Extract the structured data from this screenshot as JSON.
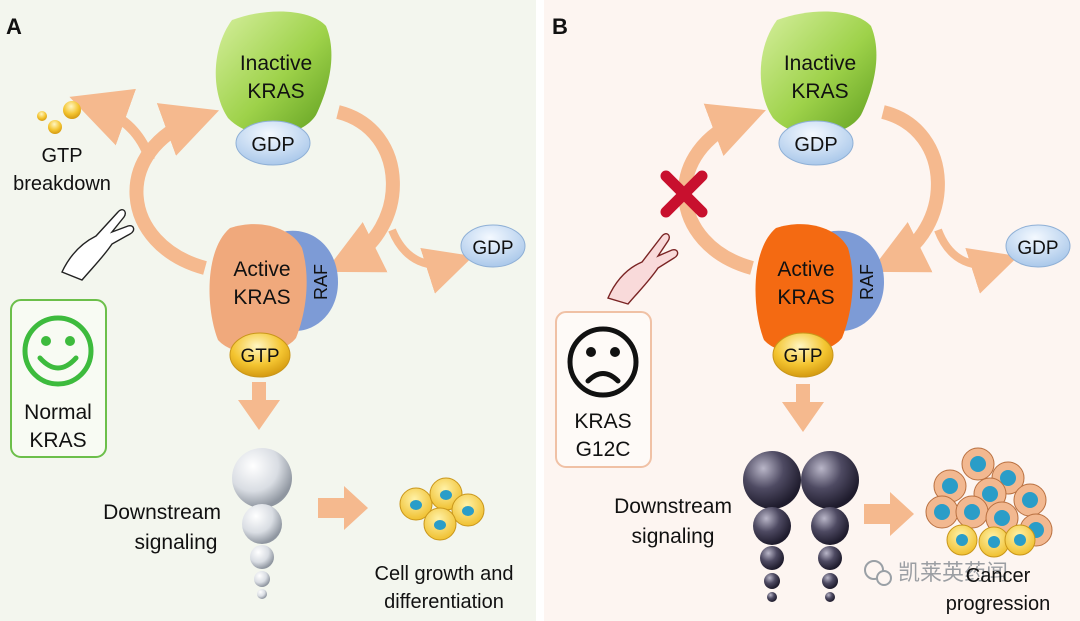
{
  "panel_a": {
    "letter": "A",
    "inactive_line1": "Inactive",
    "inactive_line2": "KRAS",
    "gdp_bound": "GDP",
    "gdp_released": "GDP",
    "active_line1": "Active",
    "active_line2": "KRAS",
    "raf": "RAF",
    "gtp": "GTP",
    "gtp_breakdown_line1": "GTP",
    "gtp_breakdown_line2": "breakdown",
    "status_line1": "Normal",
    "status_line2": "KRAS",
    "downstream_line1": "Downstream",
    "downstream_line2": "signaling",
    "outcome_line1": "Cell growth and",
    "outcome_line2": "differentiation"
  },
  "panel_b": {
    "letter": "B",
    "inactive_line1": "Inactive",
    "inactive_line2": "KRAS",
    "gdp_bound": "GDP",
    "gdp_released": "GDP",
    "active_line1": "Active",
    "active_line2": "KRAS",
    "raf": "RAF",
    "gtp": "GTP",
    "status_line1": "KRAS",
    "status_line2": "G12C",
    "downstream_line1": "Downstream",
    "downstream_line2": "signaling",
    "outcome_line1": "Cancer",
    "outcome_line2": "progression"
  },
  "watermark": "凯莱英药闻",
  "colors": {
    "arrow": "#f5b98e",
    "inactive_kras": "#9ed24a",
    "active_normal": "#f0a97c",
    "active_mutant": "#f46a12",
    "raf": "#7d9bd6",
    "gtp": "#f4c531",
    "gdp": "#c6dcf2",
    "smiley": "#3dbb3d",
    "blocked_x": "#c8102e"
  }
}
